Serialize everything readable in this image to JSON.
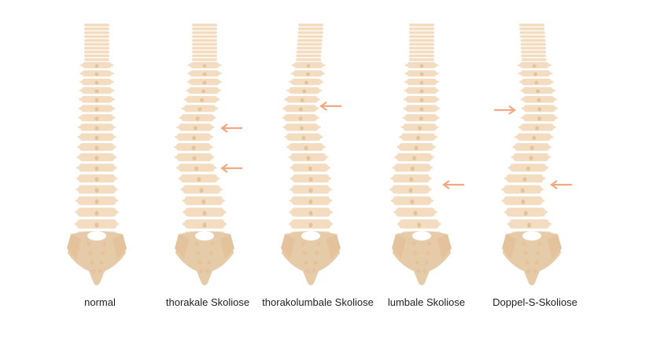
{
  "colors": {
    "bone": "#f3dcc0",
    "bone_shade": "#e3c29c",
    "sacrum": "#e6cba8",
    "arrow": "#f3a882",
    "label": "#222222"
  },
  "spines": [
    {
      "id": "normal",
      "label": "normal",
      "arrows": []
    },
    {
      "id": "thorakale",
      "label": "thorakale Skoliose",
      "arrows": [
        {
          "direction": "left"
        },
        {
          "direction": "left"
        }
      ]
    },
    {
      "id": "thorakolumbale",
      "label": "thorakolumbale Skoliose",
      "arrows": [
        {
          "direction": "left"
        }
      ]
    },
    {
      "id": "lumbale",
      "label": "lumbale Skoliose",
      "arrows": [
        {
          "direction": "left"
        }
      ]
    },
    {
      "id": "doppel-s",
      "label": "Doppel-S-Skoliose",
      "arrows": [
        {
          "direction": "right"
        },
        {
          "direction": "left"
        }
      ]
    }
  ]
}
